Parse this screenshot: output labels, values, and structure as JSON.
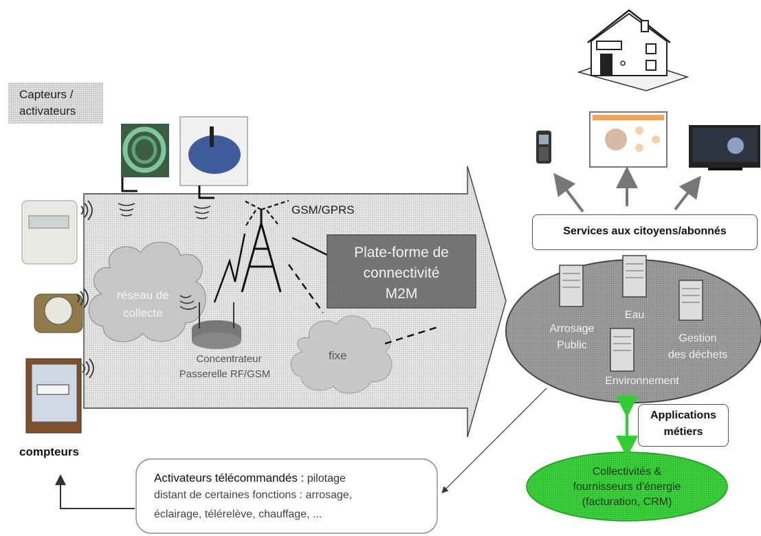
{
  "sensors_box": {
    "line1": "Capteurs /",
    "line2": "activateurs"
  },
  "meters_label": "compteurs",
  "gsm_label": "GSM/GPRS",
  "platform": {
    "line1": "Plate-forme de",
    "line2": "connectivité",
    "line3": "M2M"
  },
  "collect_network": {
    "line1": "réseau de",
    "line2": "collecte"
  },
  "concentrator": {
    "line1": "Concentrateur",
    "line2": "Passerelle RF/GSM"
  },
  "fixed_network": "fixe",
  "citizen_services": "Services aux citoyens/abonnés",
  "apps_ellipse": {
    "watering_line1": "Arrosage",
    "watering_line2": "Public",
    "water": "Eau",
    "waste_line1": "Gestion",
    "waste_line2": "des déchets",
    "environment": "Environnement"
  },
  "business_apps": {
    "line1": "Applications",
    "line2": "métiers"
  },
  "providers": {
    "line1": "Collectivités &",
    "line2": "fournisseurs d'énergie",
    "line3": "(facturation, CRM)"
  },
  "remote_actuators": {
    "title": "Activateurs télécommandés :",
    "line1_rest": " pilotage",
    "line2": "distant de certaines fonctions : arrosage,",
    "line3": "éclairage, télérelève, chauffage, ..."
  },
  "colors": {
    "arrow_fill": "#e2e2e2",
    "platform_fill": "#6a6a6a",
    "ellipse_fill": "#9a9a9a",
    "green": "#33cc33"
  }
}
